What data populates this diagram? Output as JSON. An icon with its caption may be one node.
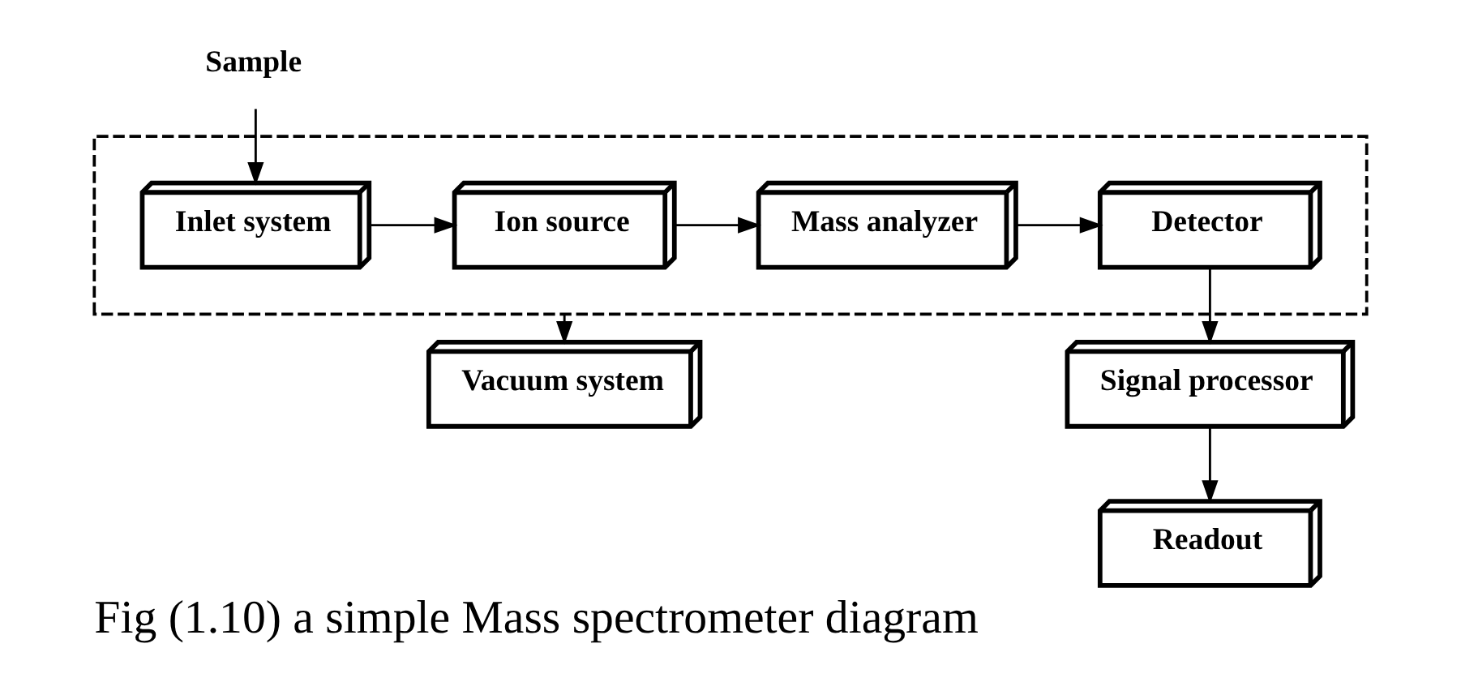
{
  "diagram": {
    "caption": "Fig (1.10) a simple Mass spectrometer diagram",
    "nodes": [
      {
        "text": [],
        "shape": "box"
      },
      {
        "text": [
          "Sample"
        ]
      },
      {
        "text": [
          "Inlet system"
        ],
        "in": 0
      },
      {
        "text": [
          "Ion source"
        ],
        "in": 0
      },
      {
        "text": [
          "Mass analyzer"
        ],
        "in": 0
      },
      {
        "text": [
          "Detector"
        ],
        "in": 0
      },
      {
        "text": [
          "Vacuum system"
        ]
      },
      {
        "text": [
          "Signal processor"
        ]
      },
      {
        "text": [
          "Readout"
        ]
      }
    ],
    "edges": [
      {
        "from": 1,
        "to": 2,
        "arrow": "to"
      },
      {
        "from": 2,
        "to": 3,
        "arrow": "to"
      },
      {
        "from": 3,
        "to": 4,
        "arrow": "to"
      },
      {
        "from": 4,
        "to": 5,
        "arrow": "to"
      },
      {
        "from": 0,
        "to": 6,
        "arrow": "to"
      },
      {
        "from": 5,
        "to": 7,
        "arrow": "to"
      },
      {
        "from": 7,
        "to": 8,
        "arrow": "to"
      }
    ]
  }
}
